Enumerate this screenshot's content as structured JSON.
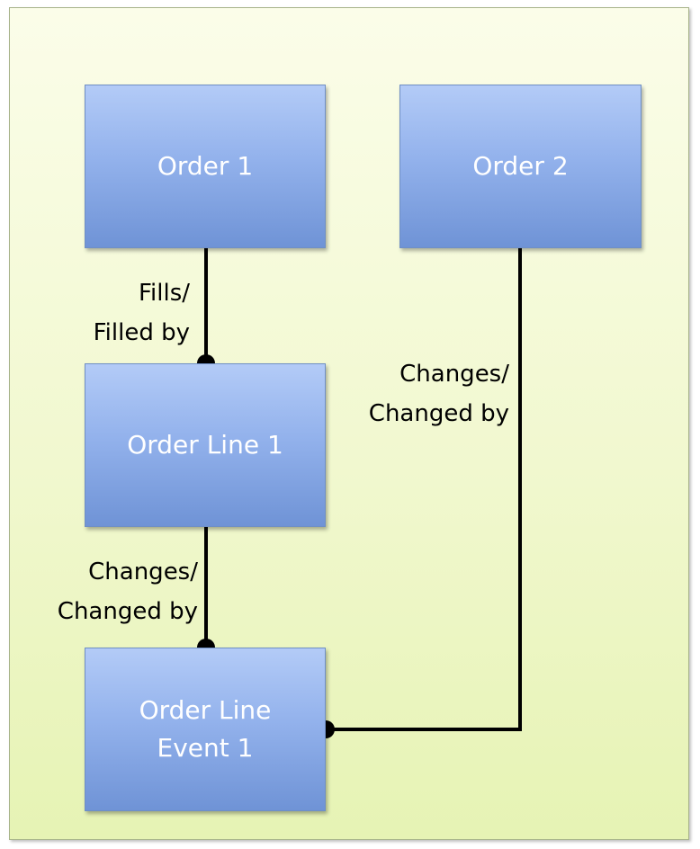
{
  "diagram": {
    "nodes": [
      {
        "id": "order-1",
        "label": "Order 1"
      },
      {
        "id": "order-2",
        "label": "Order 2"
      },
      {
        "id": "order-line-1",
        "label": "Order Line 1"
      },
      {
        "id": "order-line-event-1",
        "label": "Order Line\nEvent 1"
      }
    ],
    "relationships": [
      {
        "from": "order-1",
        "to": "order-line-1",
        "label": "Fills/\nFilled by"
      },
      {
        "from": "order-line-1",
        "to": "order-line-event-1",
        "label": "Changes/\nChanged by"
      },
      {
        "from": "order-2",
        "to": "order-line-event-1",
        "label": "Changes/\nChanged by"
      }
    ],
    "colors": {
      "background": "#f1f8cf",
      "node_fill": "#93b2ec",
      "node_text": "#ffffff",
      "connector": "#000000"
    }
  }
}
